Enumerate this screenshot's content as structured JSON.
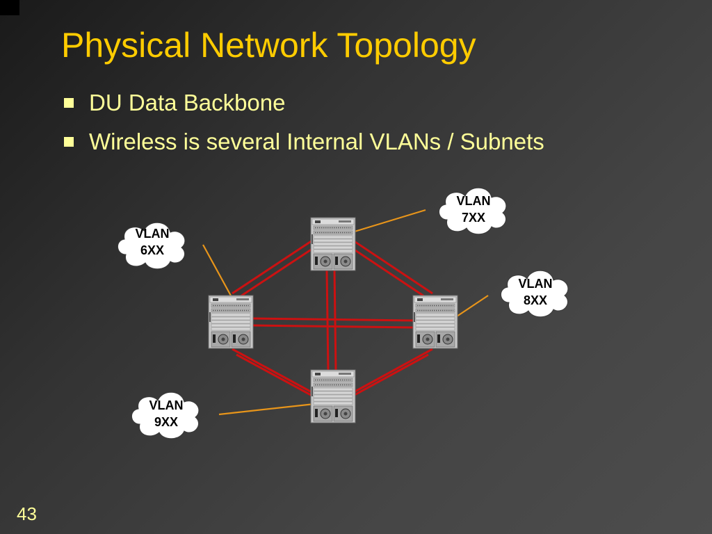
{
  "slide": {
    "title": "Physical Network Topology",
    "bullets": [
      "DU Data Backbone",
      "Wireless is several Internal VLANs / Subnets"
    ],
    "page_number": "43"
  },
  "diagram": {
    "switches": [
      "top",
      "left",
      "right",
      "bottom"
    ],
    "clouds": [
      {
        "id": "vlan-6xx",
        "line1": "VLAN",
        "line2": "6XX"
      },
      {
        "id": "vlan-7xx",
        "line1": "VLAN",
        "line2": "7XX"
      },
      {
        "id": "vlan-8xx",
        "line1": "VLAN",
        "line2": "8XX"
      },
      {
        "id": "vlan-9xx",
        "line1": "VLAN",
        "line2": "9XX"
      }
    ]
  },
  "colors": {
    "title": "#ffcc00",
    "text": "#ffff99",
    "backbone_link": "#cc1111",
    "vlan_link": "#e8951a",
    "cloud_fill": "#ffffff",
    "switch_body": "#c8c8c8"
  }
}
